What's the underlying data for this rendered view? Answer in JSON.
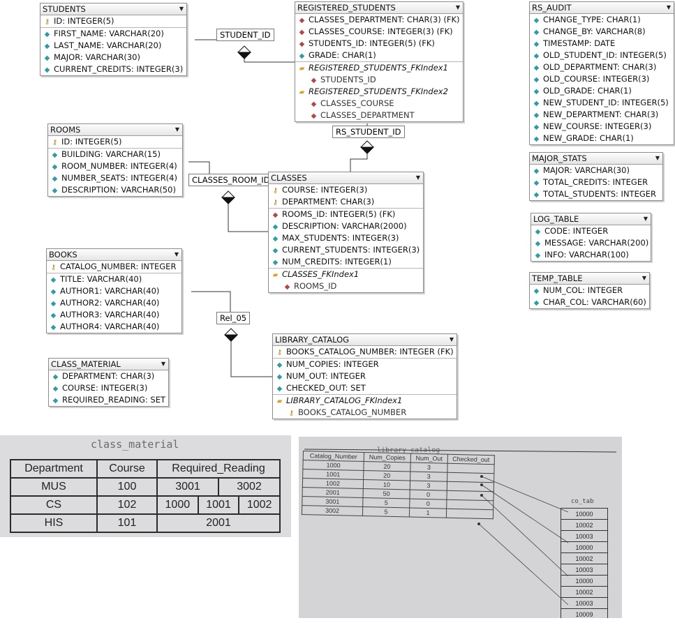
{
  "entities": {
    "students": {
      "name": "STUDENTS",
      "fields": [
        {
          "icon": "key",
          "text": "ID: INTEGER(5)"
        },
        {
          "icon": "diamond",
          "text": "FIRST_NAME: VARCHAR(20)"
        },
        {
          "icon": "diamond",
          "text": "LAST_NAME: VARCHAR(20)"
        },
        {
          "icon": "diamond",
          "text": "MAJOR: VARCHAR(30)"
        },
        {
          "icon": "diamond",
          "text": "CURRENT_CREDITS: INTEGER(3)"
        }
      ]
    },
    "registered_students": {
      "name": "REGISTERED_STUDENTS",
      "fields": [
        {
          "icon": "fk",
          "text": "CLASSES_DEPARTMENT: CHAR(3) (FK)"
        },
        {
          "icon": "fk",
          "text": "CLASSES_COURSE: INTEGER(3) (FK)"
        },
        {
          "icon": "fk",
          "text": "STUDENTS_ID: INTEGER(5) (FK)"
        },
        {
          "icon": "diamond",
          "text": "GRADE: CHAR(1)"
        }
      ],
      "indexes": [
        {
          "name": "REGISTERED_STUDENTS_FKIndex1",
          "cols": [
            "STUDENTS_ID"
          ]
        },
        {
          "name": "REGISTERED_STUDENTS_FKIndex2",
          "cols": [
            "CLASSES_COURSE",
            "CLASSES_DEPARTMENT"
          ]
        }
      ]
    },
    "rs_audit": {
      "name": "RS_AUDIT",
      "fields": [
        {
          "icon": "diamond",
          "text": "CHANGE_TYPE: CHAR(1)"
        },
        {
          "icon": "diamond",
          "text": "CHANGE_BY: VARCHAR(8)"
        },
        {
          "icon": "diamond",
          "text": "TIMESTAMP: DATE"
        },
        {
          "icon": "diamond",
          "text": "OLD_STUDENT_ID: INTEGER(5)"
        },
        {
          "icon": "diamond",
          "text": "OLD_DEPARTMENT: CHAR(3)"
        },
        {
          "icon": "diamond",
          "text": "OLD_COURSE: INTEGER(3)"
        },
        {
          "icon": "diamond",
          "text": "OLD_GRADE: CHAR(1)"
        },
        {
          "icon": "diamond",
          "text": "NEW_STUDENT_ID: INTEGER(5)"
        },
        {
          "icon": "diamond",
          "text": "NEW_DEPARTMENT: CHAR(3)"
        },
        {
          "icon": "diamond",
          "text": "NEW_COURSE: INTEGER(3)"
        },
        {
          "icon": "diamond",
          "text": "NEW_GRADE: CHAR(1)"
        }
      ]
    },
    "rooms": {
      "name": "ROOMS",
      "fields": [
        {
          "icon": "key",
          "text": "ID: INTEGER(5)"
        },
        {
          "icon": "diamond",
          "text": "BUILDING: VARCHAR(15)"
        },
        {
          "icon": "diamond",
          "text": "ROOM_NUMBER: INTEGER(4)"
        },
        {
          "icon": "diamond",
          "text": "NUMBER_SEATS: INTEGER(4)"
        },
        {
          "icon": "diamond",
          "text": "DESCRIPTION: VARCHAR(50)"
        }
      ]
    },
    "classes": {
      "name": "CLASSES",
      "keys": [
        {
          "icon": "key",
          "text": "COURSE: INTEGER(3)"
        },
        {
          "icon": "key",
          "text": "DEPARTMENT: CHAR(3)"
        }
      ],
      "fields": [
        {
          "icon": "fk",
          "text": "ROOMS_ID: INTEGER(5) (FK)"
        },
        {
          "icon": "diamond",
          "text": "DESCRIPTION: VARCHAR(2000)"
        },
        {
          "icon": "diamond",
          "text": "MAX_STUDENTS: INTEGER(3)"
        },
        {
          "icon": "diamond",
          "text": "CURRENT_STUDENTS: INTEGER(3)"
        },
        {
          "icon": "diamond",
          "text": "NUM_CREDITS: INTEGER(1)"
        }
      ],
      "indexes": [
        {
          "name": "CLASSES_FKIndex1",
          "cols": [
            "ROOMS_ID"
          ]
        }
      ]
    },
    "major_stats": {
      "name": "MAJOR_STATS",
      "fields": [
        {
          "icon": "diamond",
          "text": "MAJOR: VARCHAR(30)"
        },
        {
          "icon": "diamond",
          "text": "TOTAL_CREDITS: INTEGER"
        },
        {
          "icon": "diamond",
          "text": "TOTAL_STUDENTS: INTEGER"
        }
      ]
    },
    "log_table": {
      "name": "LOG_TABLE",
      "fields": [
        {
          "icon": "diamond",
          "text": "CODE: INTEGER"
        },
        {
          "icon": "diamond",
          "text": "MESSAGE: VARCHAR(200)"
        },
        {
          "icon": "diamond",
          "text": "INFO: VARCHAR(100)"
        }
      ]
    },
    "books": {
      "name": "BOOKS",
      "keys": [
        {
          "icon": "key",
          "text": "CATALOG_NUMBER: INTEGER"
        }
      ],
      "fields": [
        {
          "icon": "diamond",
          "text": "TITLE: VARCHAR(40)"
        },
        {
          "icon": "diamond",
          "text": "AUTHOR1: VARCHAR(40)"
        },
        {
          "icon": "diamond",
          "text": "AUTHOR2: VARCHAR(40)"
        },
        {
          "icon": "diamond",
          "text": "AUTHOR3: VARCHAR(40)"
        },
        {
          "icon": "diamond",
          "text": "AUTHOR4: VARCHAR(40)"
        }
      ]
    },
    "temp_table": {
      "name": "TEMP_TABLE",
      "fields": [
        {
          "icon": "diamond",
          "text": "NUM_COL: INTEGER"
        },
        {
          "icon": "diamond",
          "text": "CHAR_COL: VARCHAR(60)"
        }
      ]
    },
    "library_catalog": {
      "name": "LIBRARY_CATALOG",
      "keys": [
        {
          "icon": "key",
          "text": "BOOKS_CATALOG_NUMBER: INTEGER (FK)"
        }
      ],
      "fields": [
        {
          "icon": "diamond",
          "text": "NUM_COPIES: INTEGER"
        },
        {
          "icon": "diamond",
          "text": "NUM_OUT: INTEGER"
        },
        {
          "icon": "diamond",
          "text": "CHECKED_OUT: SET"
        }
      ],
      "indexes": [
        {
          "name": "LIBRARY_CATALOG_FKIndex1",
          "cols": [
            "BOOKS_CATALOG_NUMBER"
          ],
          "col_icon": "key"
        }
      ]
    },
    "class_material": {
      "name": "CLASS_MATERIAL",
      "fields": [
        {
          "icon": "diamond",
          "text": "DEPARTMENT: CHAR(3)"
        },
        {
          "icon": "diamond",
          "text": "COURSE: INTEGER(3)"
        },
        {
          "icon": "diamond",
          "text": "REQUIRED_READING: SET"
        }
      ]
    }
  },
  "relations": {
    "student_id": "STUDENT_ID",
    "rs_student_id": "RS_STUDENT_ID",
    "classes_room_id": "CLASSES_ROOM_ID",
    "rel_05": "Rel_05"
  },
  "class_material_photo": {
    "title": "class_material",
    "headers": [
      "Department",
      "Course",
      "Required_Reading"
    ],
    "rows": [
      {
        "department": "MUS",
        "course": "100",
        "reading": [
          "3001",
          "3002"
        ]
      },
      {
        "department": "CS",
        "course": "102",
        "reading": [
          "1000",
          "1001",
          "1002"
        ]
      },
      {
        "department": "HIS",
        "course": "101",
        "reading": [
          "2001"
        ]
      }
    ]
  },
  "library_catalog_photo": {
    "title": "library_catalog",
    "headers": [
      "Catalog_Number",
      "Num_Copies",
      "Num_Out",
      "Checked_out"
    ],
    "rows": [
      [
        "1000",
        "20",
        "3",
        ""
      ],
      [
        "1001",
        "20",
        "3",
        ""
      ],
      [
        "1002",
        "10",
        "3",
        ""
      ],
      [
        "2001",
        "50",
        "0",
        ""
      ],
      [
        "3001",
        "5",
        "0",
        ""
      ],
      [
        "3002",
        "5",
        "1",
        ""
      ]
    ],
    "co_tab_title": "co_tab",
    "co_tab": [
      "10000",
      "10002",
      "10003",
      "10000",
      "10002",
      "10003",
      "10000",
      "10002",
      "10003",
      "10009"
    ]
  }
}
